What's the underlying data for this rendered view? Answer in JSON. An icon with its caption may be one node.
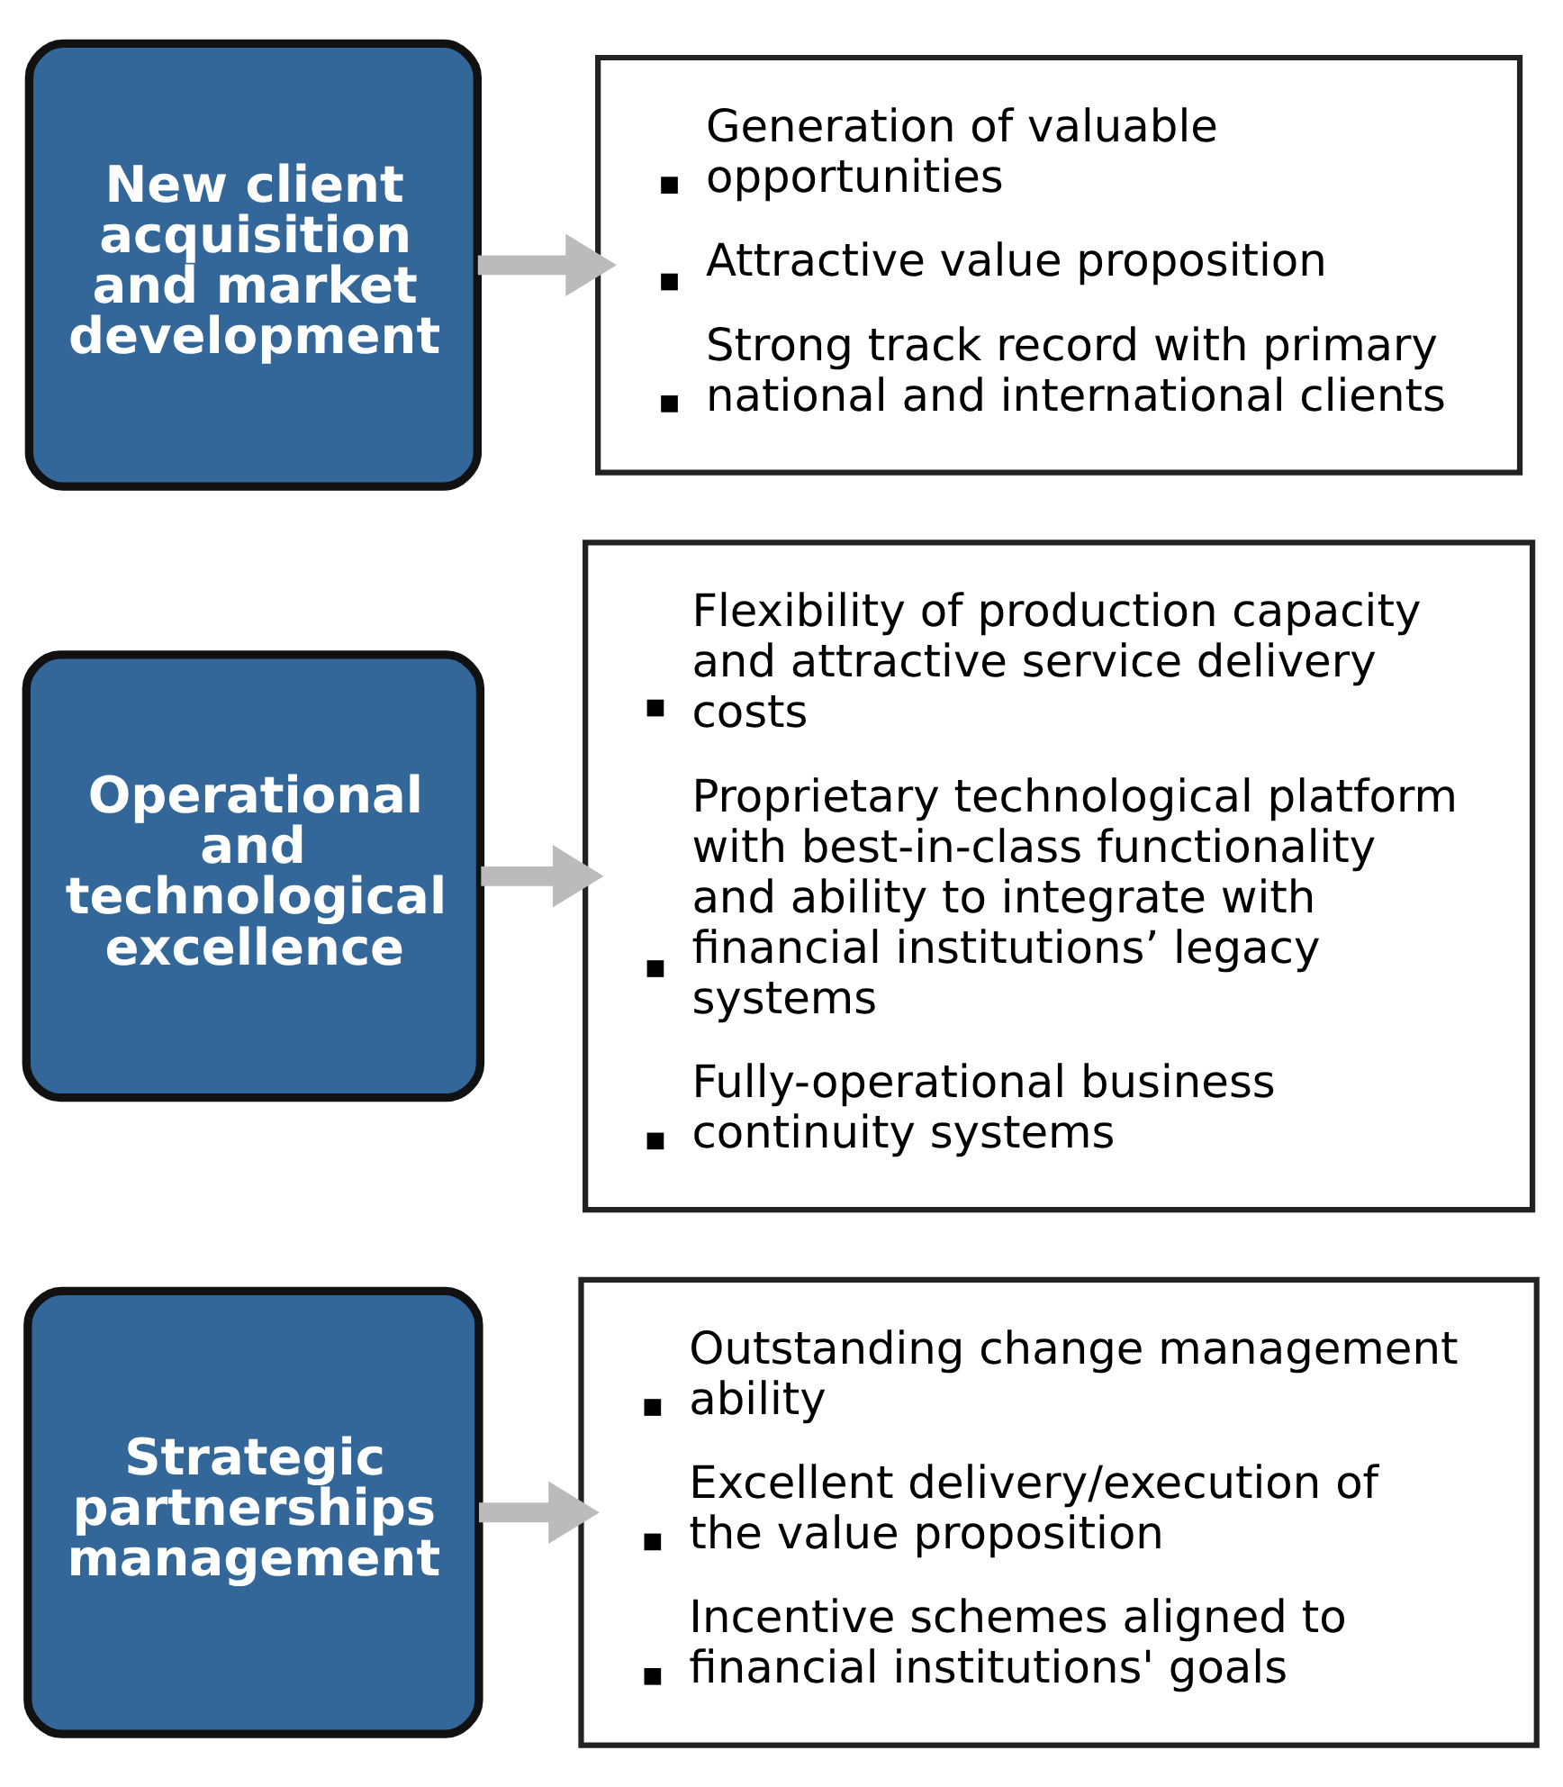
{
  "diagram": {
    "nodes": [
      {
        "text": [
          "New client acquisition and market development"
        ]
      },
      {
        "text": [
          "Generation of valuable opportunities",
          "Attractive value proposition",
          "Strong track record with primary national and international clients"
        ]
      },
      {
        "text": [
          "Operational and technological excellence"
        ]
      },
      {
        "text": [
          "Flexibility of production capacity and attractive service delivery costs",
          "Proprietary technological platform with best-in-class functionality and ability to integrate with financial institutions’ legacy systems",
          "Fully-operational business continuity systems"
        ]
      },
      {
        "text": [
          "Strategic partnerships management"
        ]
      },
      {
        "text": [
          "Outstanding change management ability",
          "Excellent delivery/execution of the value proposition",
          "Incentive schemes aligned to financial institutions' goals"
        ]
      }
    ],
    "edges": [
      {
        "from": 0,
        "to": 1,
        "arrow": "to"
      },
      {
        "from": 2,
        "to": 3,
        "arrow": "to"
      },
      {
        "from": 4,
        "to": 5,
        "arrow": "to"
      }
    ]
  }
}
